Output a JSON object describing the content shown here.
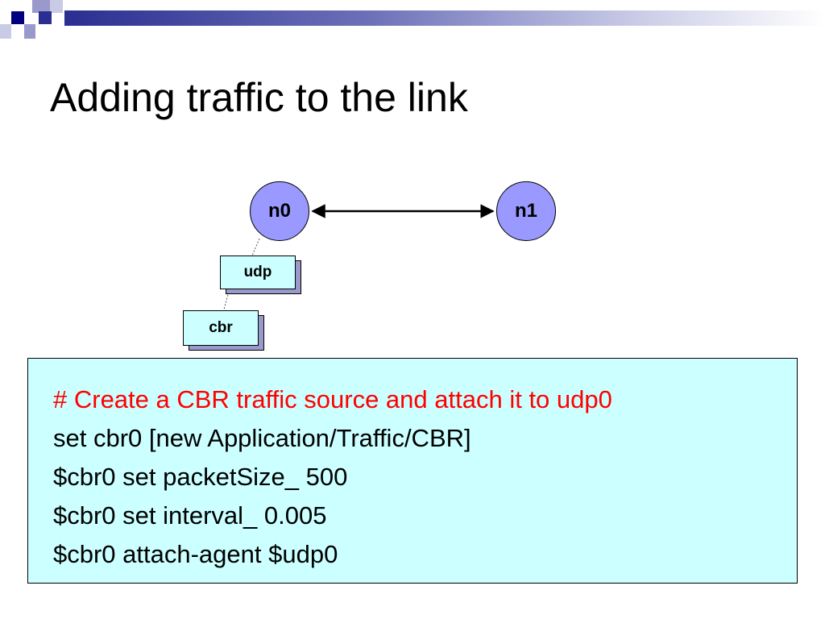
{
  "title": "Adding traffic to the link",
  "colors": {
    "node_fill": "#9999ff",
    "agent_fill": "#ccffff",
    "agent_shadow": "#9999cc",
    "code_bg": "#ccffff",
    "comment_text": "#ff0000",
    "code_text": "#000000",
    "template_dark": "#000080",
    "template_light": "#9999cc"
  },
  "diagram": {
    "nodes": [
      {
        "id": "n0",
        "label": "n0"
      },
      {
        "id": "n1",
        "label": "n1"
      }
    ],
    "link": {
      "from": "n0",
      "to": "n1",
      "direction": "bidirectional"
    },
    "agents": [
      {
        "id": "udp",
        "label": "udp",
        "attached_to": "n0"
      },
      {
        "id": "cbr",
        "label": "cbr",
        "attached_to": "udp"
      }
    ]
  },
  "code": {
    "comment": "# Create a CBR traffic source and attach it to udp0",
    "lines": [
      "set cbr0 [new Application/Traffic/CBR]",
      "$cbr0 set packetSize_ 500",
      "$cbr0 set interval_ 0.005",
      "$cbr0 attach-agent $udp0"
    ]
  }
}
